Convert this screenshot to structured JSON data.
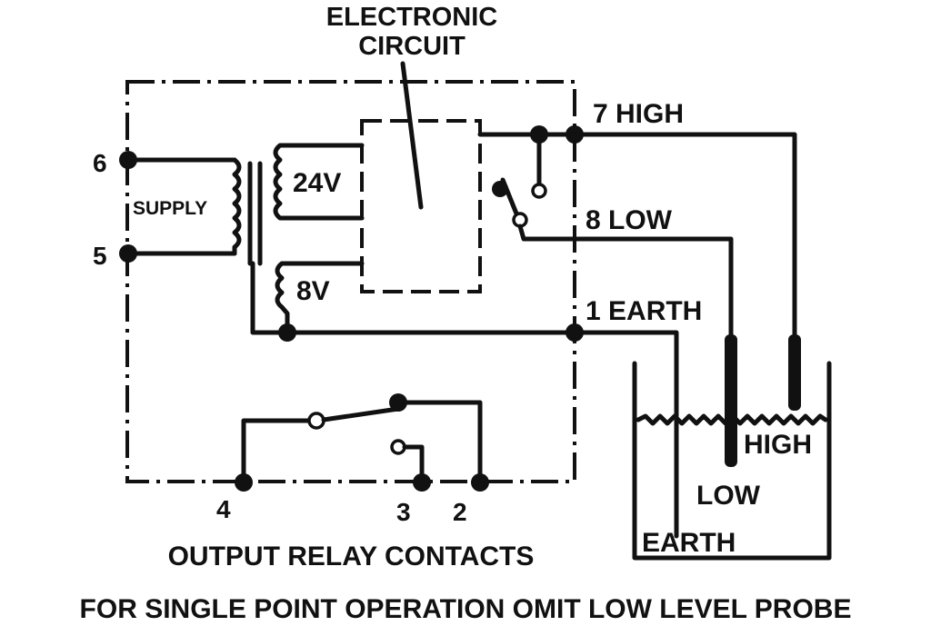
{
  "labels": {
    "electronic": "ELECTRONIC",
    "circuit": "CIRCUIT",
    "terminal_6": "6",
    "terminal_5": "5",
    "supply": "SUPPLY",
    "v24": "24V",
    "v8": "8V",
    "high7": "7 HIGH",
    "low8": "8 LOW",
    "earth1": "1 EARTH",
    "terminal_4": "4",
    "terminal_3": "3",
    "terminal_2": "2",
    "output": "OUTPUT RELAY CONTACTS",
    "tank_high": "HIGH",
    "tank_low": "LOW",
    "tank_earth": "EARTH",
    "footer": "FOR SINGLE POINT OPERATION OMIT LOW LEVEL PROBE"
  }
}
